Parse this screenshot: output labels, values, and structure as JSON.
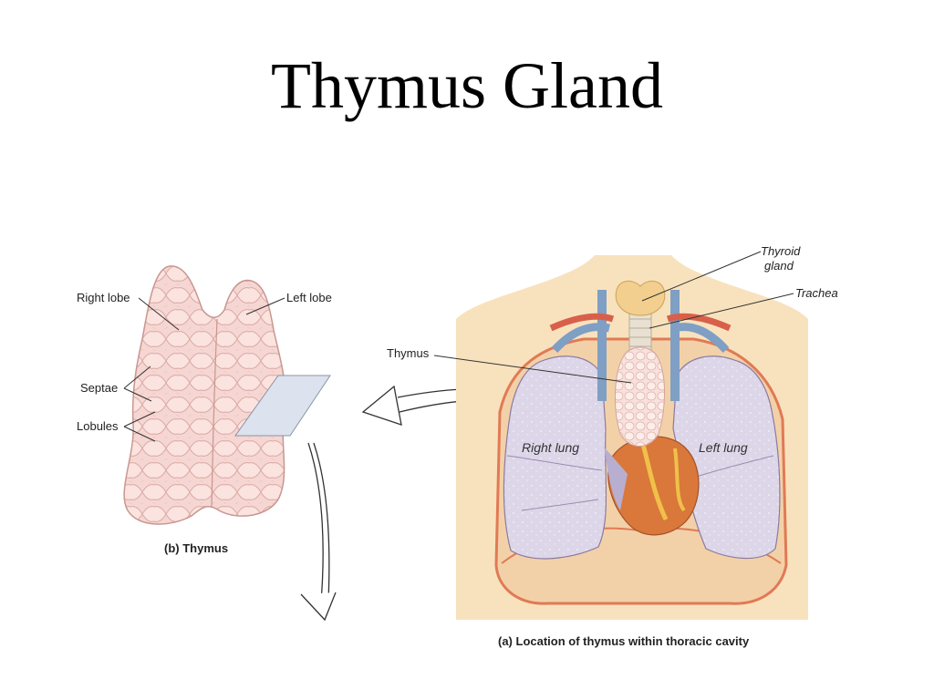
{
  "title": "Thymus Gland",
  "panel_b": {
    "labels": {
      "right_lobe": "Right lobe",
      "left_lobe": "Left lobe",
      "septae": "Septae",
      "lobules": "Lobules"
    },
    "caption": "(b) Thymus"
  },
  "panel_a": {
    "labels": {
      "thyroid_line1": "Thyroid",
      "thyroid_line2": "gland",
      "trachea": "Trachea",
      "thymus": "Thymus",
      "right_lung": "Right lung",
      "left_lung": "Left lung"
    },
    "caption": "(a) Location of thymus within thoracic cavity"
  },
  "colors": {
    "thymus_pink": "#f6d6d2",
    "lobule_outline": "#d9a9a4",
    "skin": "#f8e2bd",
    "lung": "#dcd6e8",
    "heart": "#d9783a",
    "vessel_blue": "#7f9fc4",
    "vessel_red": "#d8604a"
  }
}
